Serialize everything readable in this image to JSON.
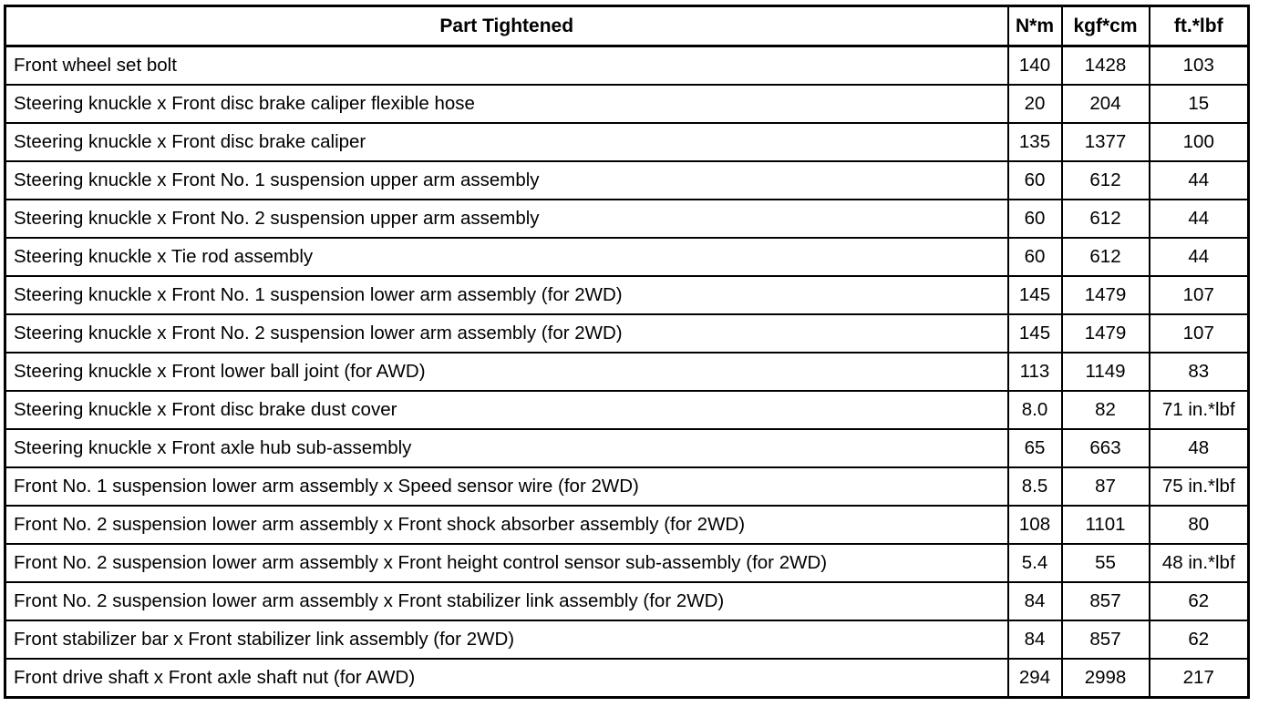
{
  "document": {
    "kind": "torque-specification-table"
  },
  "table": {
    "columns": [
      {
        "key": "part",
        "label": "Part Tightened",
        "align": "center"
      },
      {
        "key": "nm",
        "label": "N*m",
        "align": "center"
      },
      {
        "key": "kgfcm",
        "label": "kgf*cm",
        "align": "center"
      },
      {
        "key": "ftlbf",
        "label": "ft.*lbf",
        "align": "center"
      }
    ],
    "rows": [
      {
        "part": "Front wheel set bolt",
        "nm": "140",
        "kgfcm": "1428",
        "ftlbf": "103"
      },
      {
        "part": "Steering knuckle x Front disc brake caliper flexible hose",
        "nm": "20",
        "kgfcm": "204",
        "ftlbf": "15"
      },
      {
        "part": "Steering knuckle x Front disc brake caliper",
        "nm": "135",
        "kgfcm": "1377",
        "ftlbf": "100"
      },
      {
        "part": "Steering knuckle x Front No. 1 suspension upper arm assembly",
        "nm": "60",
        "kgfcm": "612",
        "ftlbf": "44"
      },
      {
        "part": "Steering knuckle x Front No. 2 suspension upper arm assembly",
        "nm": "60",
        "kgfcm": "612",
        "ftlbf": "44"
      },
      {
        "part": "Steering knuckle x Tie rod assembly",
        "nm": "60",
        "kgfcm": "612",
        "ftlbf": "44"
      },
      {
        "part": "Steering knuckle x Front No. 1 suspension lower arm assembly (for 2WD)",
        "nm": "145",
        "kgfcm": "1479",
        "ftlbf": "107"
      },
      {
        "part": "Steering knuckle x Front No. 2 suspension lower arm assembly (for 2WD)",
        "nm": "145",
        "kgfcm": "1479",
        "ftlbf": "107"
      },
      {
        "part": "Steering knuckle x Front lower ball joint (for AWD)",
        "nm": "113",
        "kgfcm": "1149",
        "ftlbf": "83"
      },
      {
        "part": "Steering knuckle x Front disc brake dust cover",
        "nm": "8.0",
        "kgfcm": "82",
        "ftlbf": "71 in.*lbf"
      },
      {
        "part": "Steering knuckle x Front axle hub sub-assembly",
        "nm": "65",
        "kgfcm": "663",
        "ftlbf": "48"
      },
      {
        "part": "Front No. 1 suspension lower arm assembly x Speed sensor wire (for 2WD)",
        "nm": "8.5",
        "kgfcm": "87",
        "ftlbf": "75 in.*lbf"
      },
      {
        "part": "Front No. 2 suspension lower arm assembly x Front shock absorber assembly (for 2WD)",
        "nm": "108",
        "kgfcm": "1101",
        "ftlbf": "80"
      },
      {
        "part": "Front No. 2 suspension lower arm assembly x Front height control sensor sub-assembly (for 2WD)",
        "nm": "5.4",
        "kgfcm": "55",
        "ftlbf": "48 in.*lbf"
      },
      {
        "part": "Front No. 2 suspension lower arm assembly x Front stabilizer link assembly (for 2WD)",
        "nm": "84",
        "kgfcm": "857",
        "ftlbf": "62"
      },
      {
        "part": "Front stabilizer bar x Front stabilizer link assembly (for 2WD)",
        "nm": "84",
        "kgfcm": "857",
        "ftlbf": "62"
      },
      {
        "part": "Front drive shaft x Front axle shaft nut (for AWD)",
        "nm": "294",
        "kgfcm": "2998",
        "ftlbf": "217"
      }
    ]
  },
  "colors": {
    "border": "#000000",
    "text": "#000000",
    "background": "#ffffff"
  }
}
